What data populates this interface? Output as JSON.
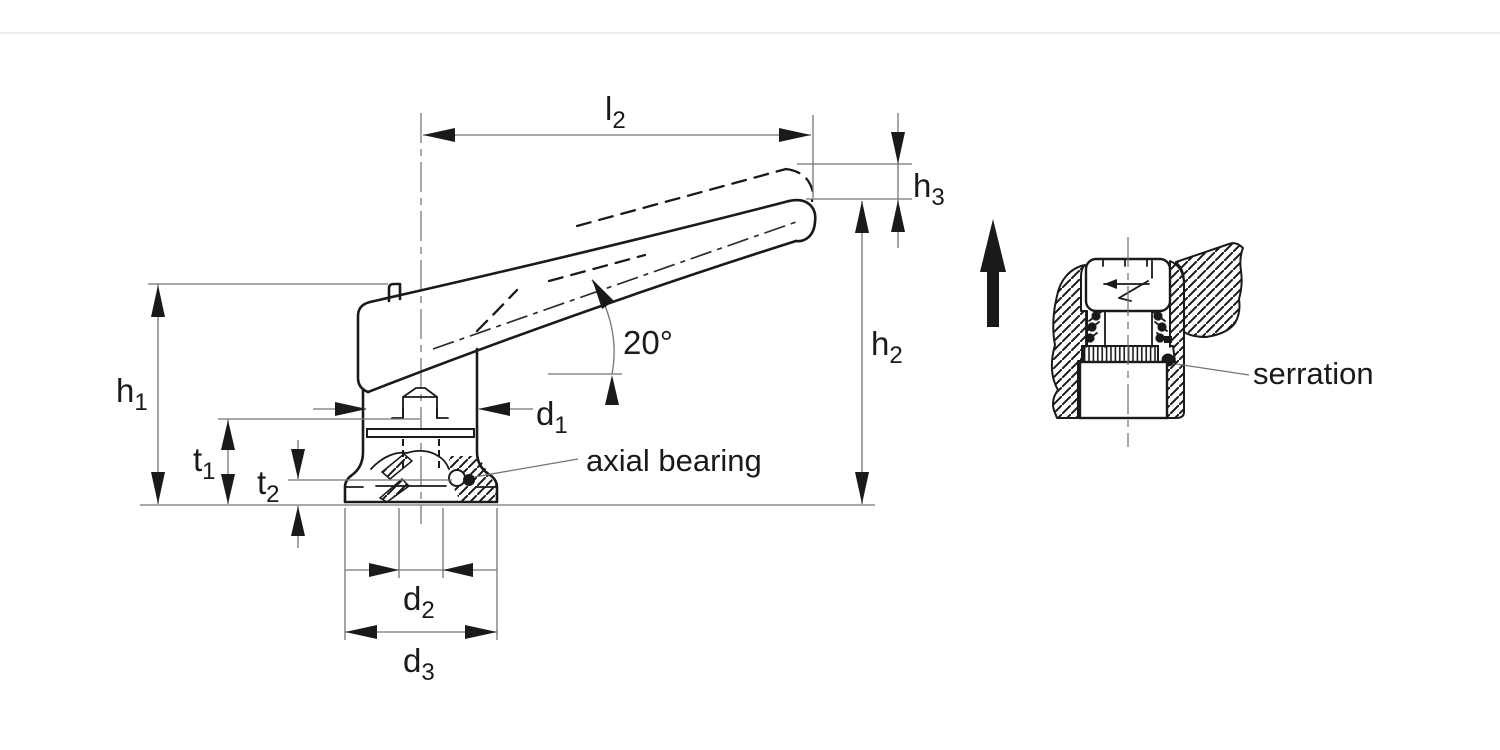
{
  "figure": {
    "labels": {
      "l2": {
        "base": "l",
        "sub": "2"
      },
      "h3": {
        "base": "h",
        "sub": "3"
      },
      "h2": {
        "base": "h",
        "sub": "2"
      },
      "h1": {
        "base": "h",
        "sub": "1"
      },
      "t1": {
        "base": "t",
        "sub": "1"
      },
      "t2": {
        "base": "t",
        "sub": "2"
      },
      "d1": {
        "base": "d",
        "sub": "1"
      },
      "d2": {
        "base": "d",
        "sub": "2"
      },
      "d3": {
        "base": "d",
        "sub": "3"
      },
      "angle": "20°"
    },
    "annotations": {
      "axial_bearing": "axial bearing",
      "serration": "serration"
    },
    "colors": {
      "object_line": "#1a1a1a",
      "dimension_line": "#757575",
      "background": "#ffffff",
      "faint_rule": "#ececec"
    }
  }
}
